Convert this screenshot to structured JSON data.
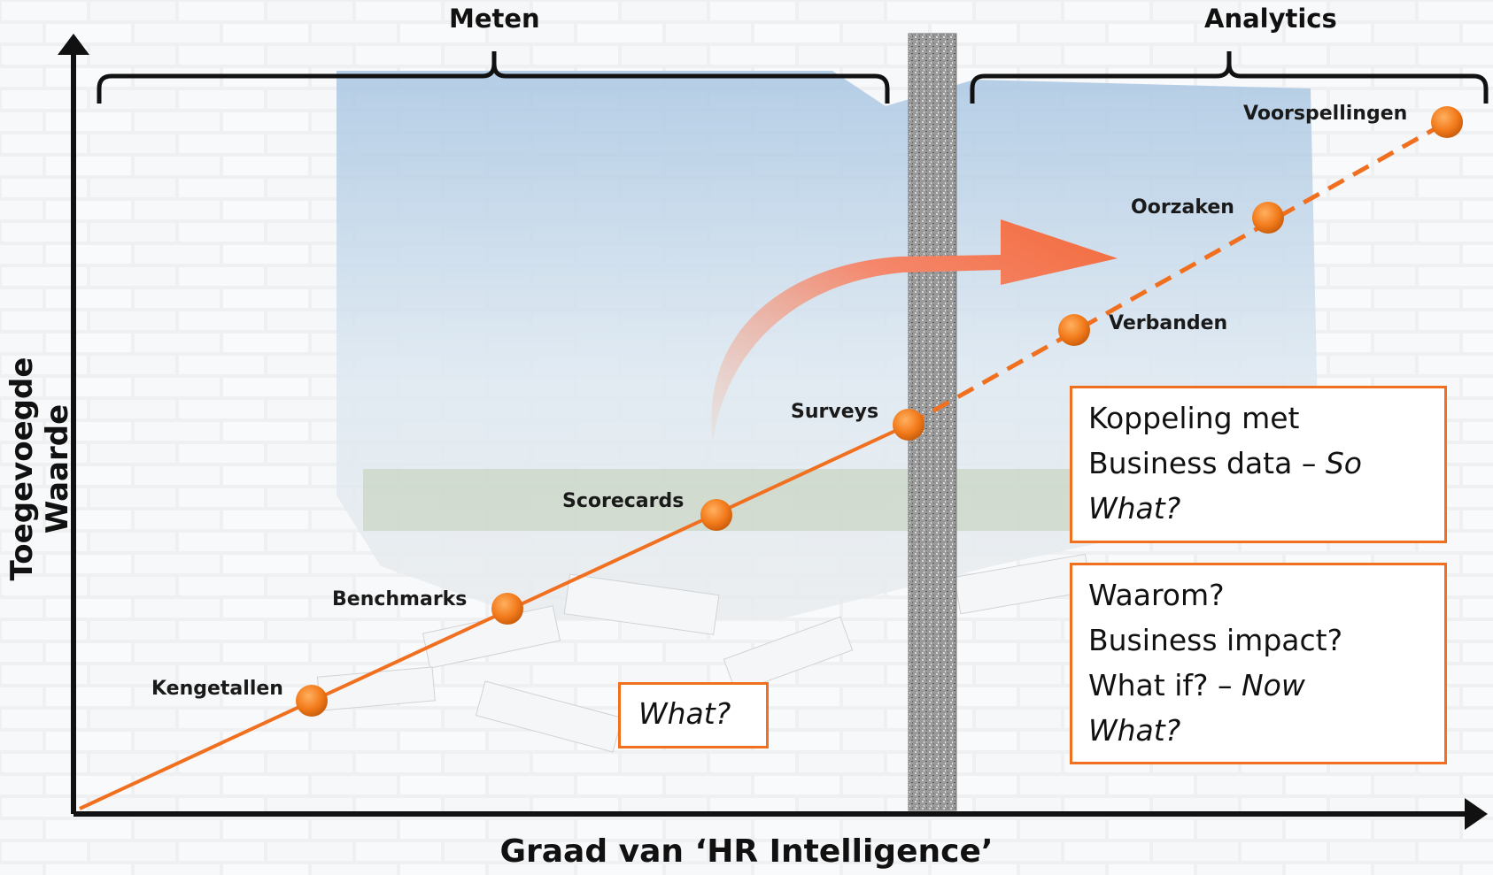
{
  "headings": {
    "left": "Meten",
    "right": "Analytics"
  },
  "axes": {
    "y_label": "Toegevoegde Waarde",
    "x_label": "Graad van ‘HR Intelligence’"
  },
  "points": [
    {
      "name": "Kengetallen"
    },
    {
      "name": "Benchmarks"
    },
    {
      "name": "Scorecards"
    },
    {
      "name": "Surveys"
    },
    {
      "name": "Verbanden"
    },
    {
      "name": "Oorzaken"
    },
    {
      "name": "Voorspellingen"
    }
  ],
  "notes": {
    "what": "What?",
    "so_what": {
      "line1": "Koppeling met",
      "line2": "Business data – ",
      "line2_italic": "So",
      "line3_italic": "What?"
    },
    "now_what": {
      "line1": "Waarom?",
      "line2": "Business impact?",
      "line3": "What if? – ",
      "line3_italic": "Now",
      "line4_italic": "What?"
    }
  },
  "colors": {
    "accent": "#f07020",
    "dot": "#f27a1a",
    "axis": "#111111"
  }
}
